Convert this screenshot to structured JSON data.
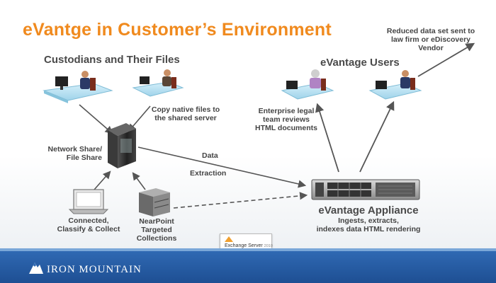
{
  "title": "eVantge in Customer’s Environment",
  "headings": {
    "custodians": "Custodians and Their Files",
    "users": "eVantage Users",
    "appliance": "eVantage Appliance"
  },
  "labels": {
    "copy_native": [
      "Copy native files to",
      "the shared server"
    ],
    "network_share": [
      "Network Share/",
      "File Share"
    ],
    "data": "Data",
    "extraction": "Extraction",
    "connected": [
      "Connected,",
      "Classify & Collect"
    ],
    "nearpoint": [
      "NearPoint",
      "Targeted",
      "Collections"
    ],
    "appliance_desc": [
      "Ingests, extracts,",
      "indexes data HTML rendering"
    ],
    "enterprise_legal": [
      "Enterprise legal",
      "team reviews",
      "HTML documents"
    ],
    "reduced_data": [
      "Reduced data set sent to",
      "law firm or eDiscovery",
      "Vendor"
    ]
  },
  "exchange_badge": {
    "product": "Exchange Server",
    "version": "2010"
  },
  "footer": {
    "brand": "IRON MOUNTAIN"
  },
  "colors": {
    "title": "#f08a1e",
    "footer": "#245aa3",
    "arrow": "#555555",
    "desk": "#bfe3f2",
    "monitor": "#222222"
  }
}
